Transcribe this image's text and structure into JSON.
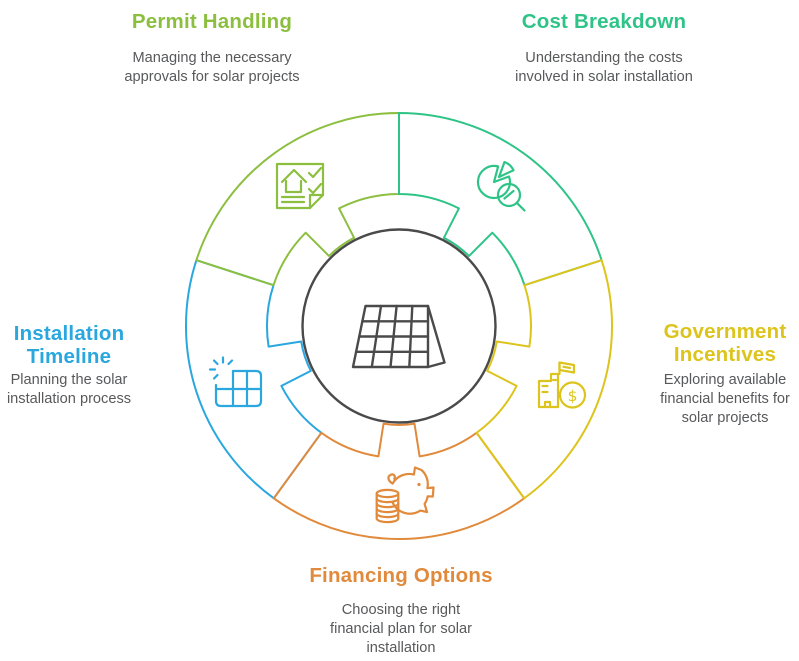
{
  "diagram": {
    "type": "cycle-infographic",
    "background": "#ffffff",
    "center": {
      "icon": "solar-panel-icon",
      "circle_color": "#4a4a4a"
    },
    "text_color": "#58595b",
    "segments": [
      {
        "label": "Permit Handling",
        "description": "Managing the necessary approvals for solar projects",
        "color": "#8cbf3f",
        "icon": "permit-document-icon",
        "position": "top-left"
      },
      {
        "label": "Cost Breakdown",
        "description": "Understanding the costs involved in solar installation",
        "color": "#2ec487",
        "icon": "pie-chart-magnifier-icon",
        "position": "top-right"
      },
      {
        "label": "Government Incentives",
        "description": "Exploring available financial benefits for solar projects",
        "color": "#ddc41d",
        "icon": "building-coin-icon",
        "coin_symbol": "$",
        "position": "right"
      },
      {
        "label": "Financing Options",
        "description": "Choosing the right financial plan for solar installation",
        "color": "#e18a3c",
        "icon": "piggy-bank-coins-icon",
        "position": "bottom"
      },
      {
        "label": "Installation Timeline",
        "description": "Planning the solar installation process",
        "color": "#2aa7de",
        "icon": "solar-panel-sun-icon",
        "position": "left"
      }
    ]
  }
}
